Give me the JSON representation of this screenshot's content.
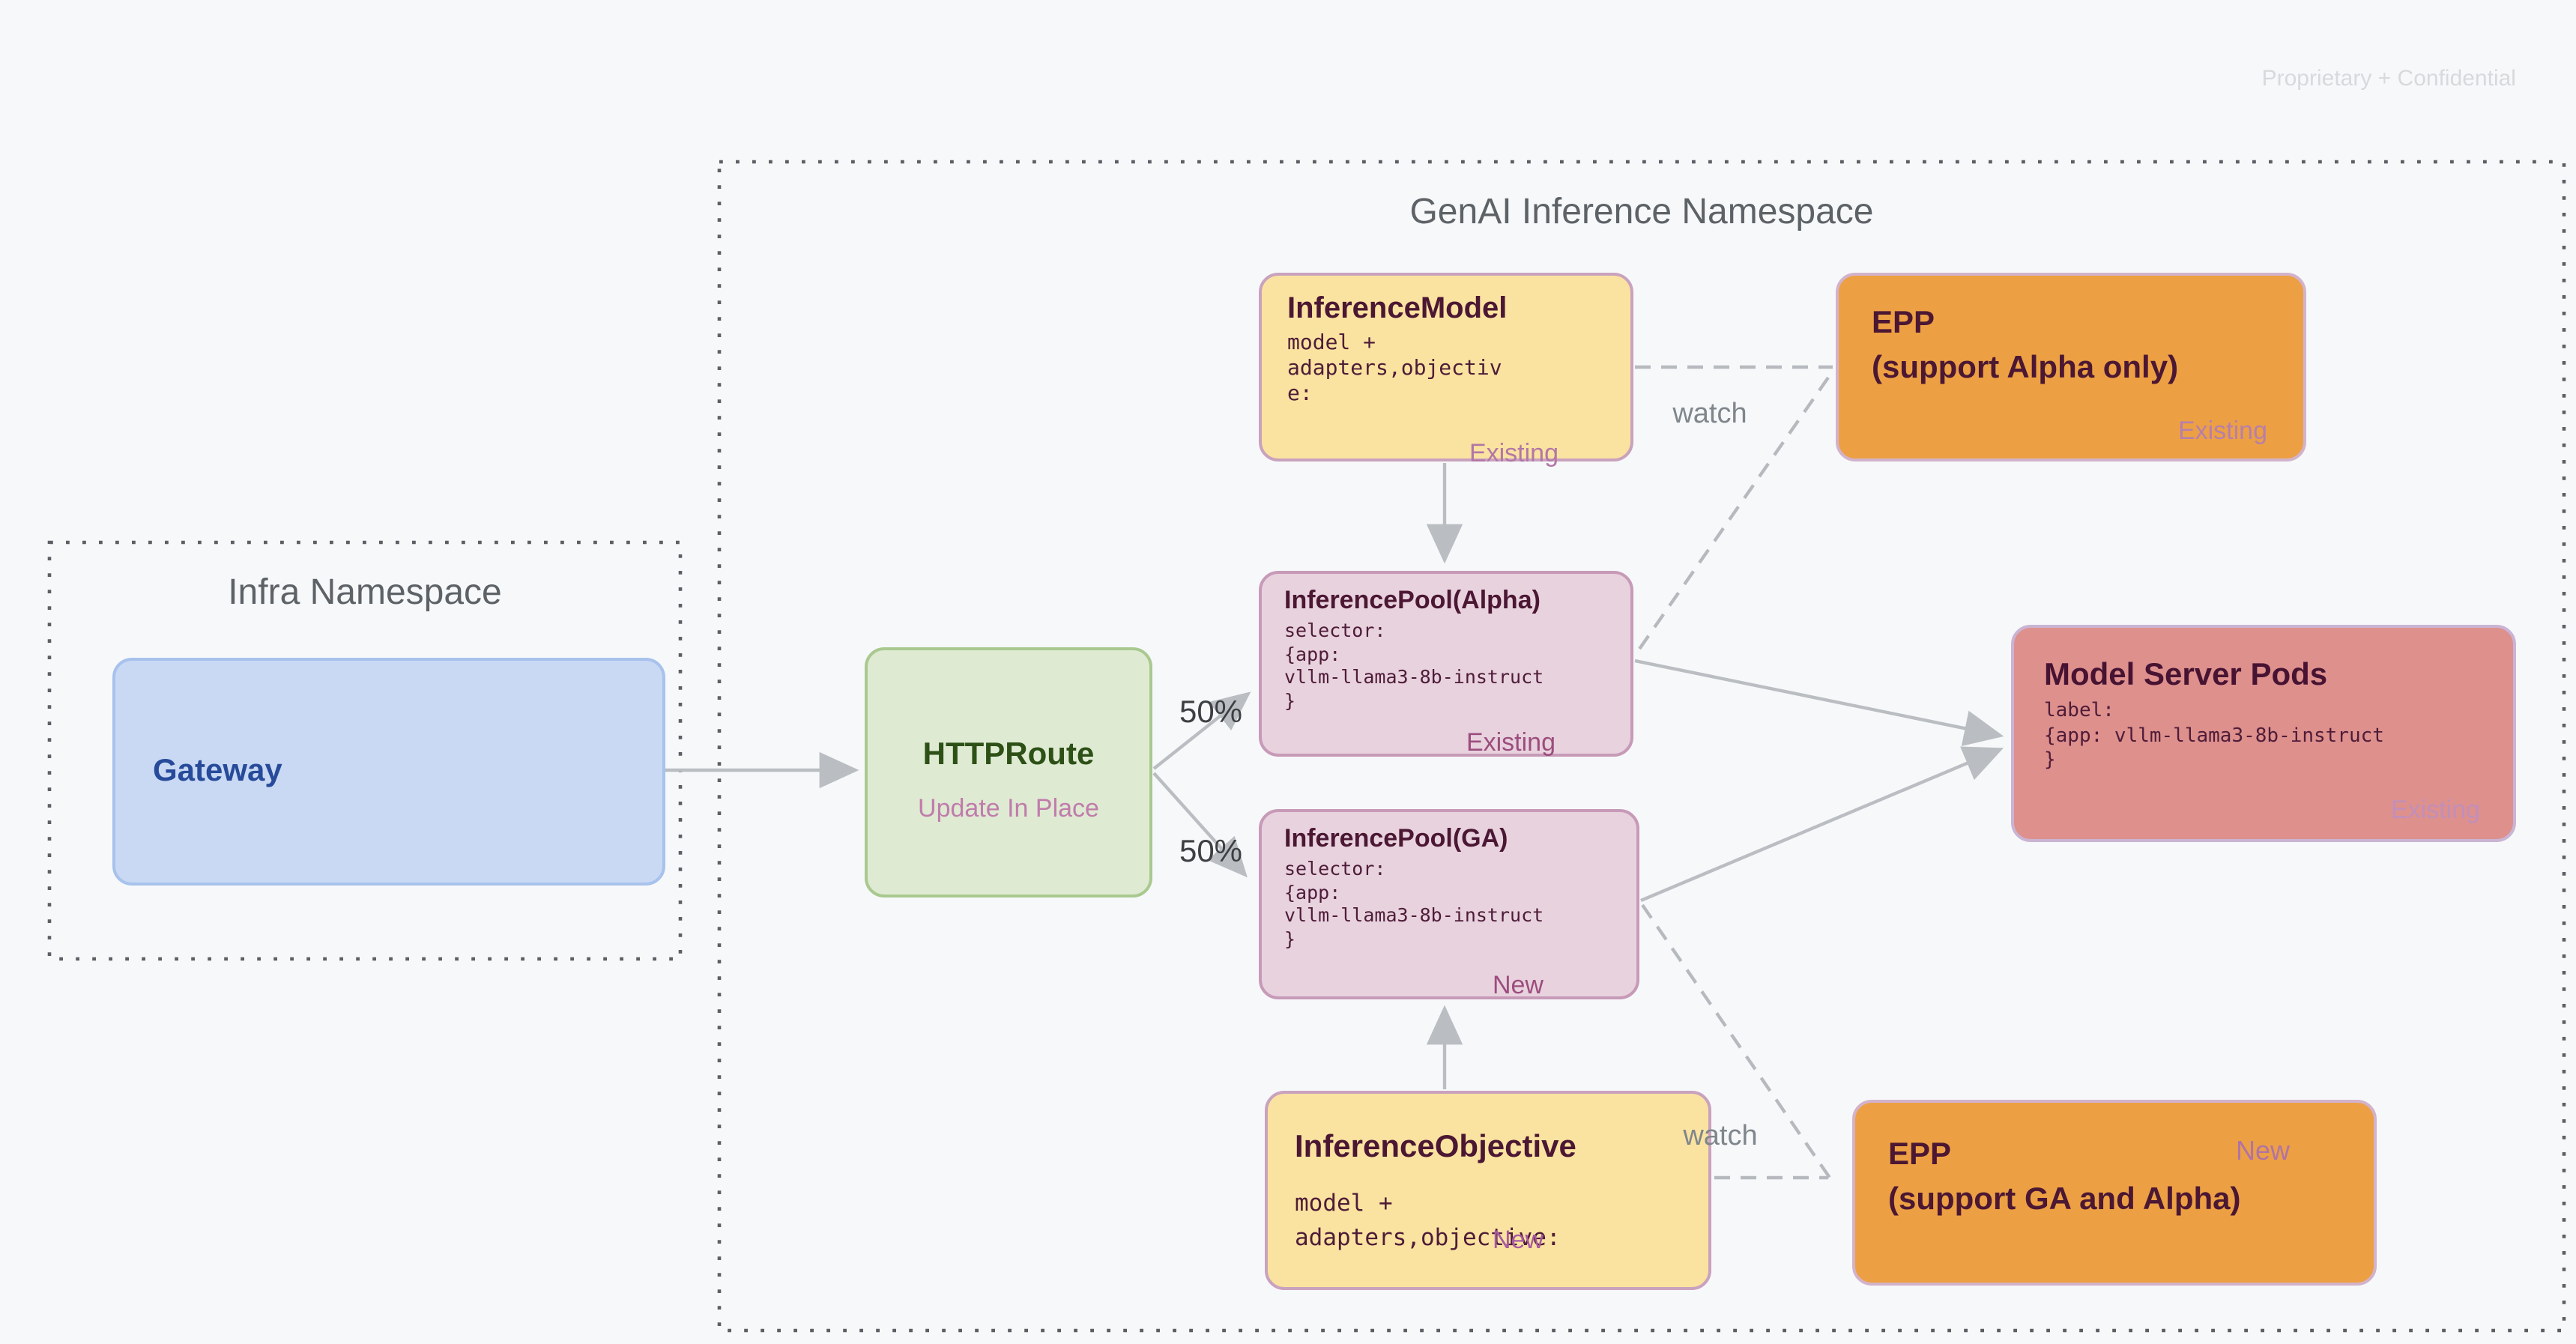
{
  "page": {
    "confidential_label": "Proprietary + Confidential",
    "background_color": "#f7f8fa"
  },
  "namespaces": {
    "infra": {
      "title": "Infra Namespace"
    },
    "genai": {
      "title": "GenAI Inference Namespace"
    }
  },
  "nodes": {
    "gateway": {
      "title": "Gateway",
      "fill": "#c9d9f4",
      "text_color": "#274b9a"
    },
    "httproute": {
      "title": "HTTPRoute",
      "subtitle": "Update In Place",
      "fill": "#dfead3",
      "text_color": "#2d5016"
    },
    "inference_model": {
      "title": "InferenceModel",
      "code": "model +\nadapters,objectiv\ne:",
      "status": "Existing",
      "fill": "#fae3a0"
    },
    "epp_alpha": {
      "title": "EPP",
      "subtitle": "(support Alpha only)",
      "status": "Existing",
      "fill": "#eda043"
    },
    "pool_alpha": {
      "title": "InferencePool(Alpha)",
      "code": "selector:\n{app:\nvllm-llama3-8b-instruct\n}",
      "status": "Existing",
      "fill": "#e8d2de"
    },
    "pool_ga": {
      "title": "InferencePool(GA)",
      "code": "selector:\n{app:\nvllm-llama3-8b-instruct\n}",
      "status": "New",
      "fill": "#e8d2de"
    },
    "model_server_pods": {
      "title": "Model Server Pods",
      "code": "label:\n{app: vllm-llama3-8b-instruct\n}",
      "status": "Existing",
      "fill": "#de908d"
    },
    "inference_objective": {
      "title": "InferenceObjective",
      "code": "model +\nadapters,objective:",
      "status": "New",
      "fill": "#fae3a0"
    },
    "epp_ga": {
      "title": "EPP",
      "subtitle": "(support GA and Alpha)",
      "status": "New",
      "fill": "#eda043"
    }
  },
  "edges": {
    "split_upper_label": "50%",
    "split_lower_label": "50%",
    "watch_upper_label": "watch",
    "watch_lower_label": "watch"
  },
  "colors": {
    "arrow": "#babdc1",
    "dashed_line": "#b6b9be",
    "dotted_border": "#5c6065",
    "dark_title": "#4b1733",
    "status_dark_mauve": "#9c4d7d",
    "status_light_mauve": "#b277a6",
    "namespace_title": "#5d6267"
  }
}
